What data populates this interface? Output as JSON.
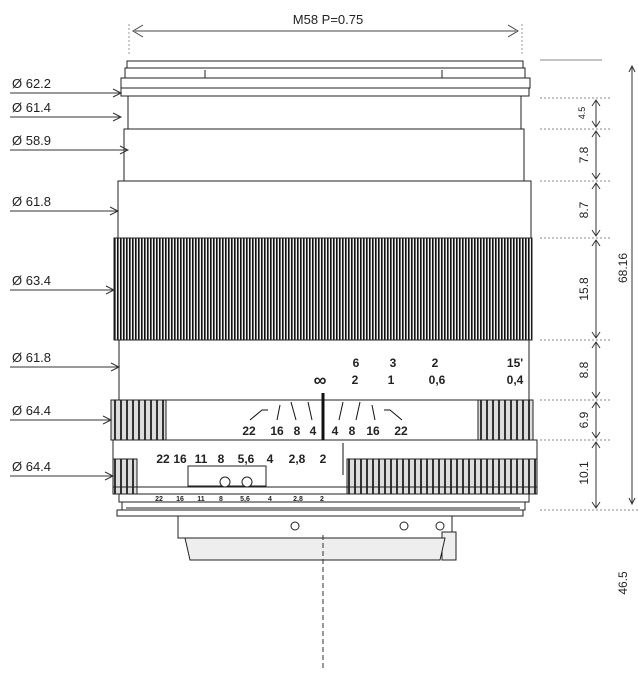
{
  "thread_label": "M58 P=0.75",
  "diameters": [
    {
      "label": "Ø 62.2"
    },
    {
      "label": "Ø 61.4"
    },
    {
      "label": "Ø 58.9"
    },
    {
      "label": "Ø 61.8"
    },
    {
      "label": "Ø 63.4"
    },
    {
      "label": "Ø 61.8"
    },
    {
      "label": "Ø 64.4"
    },
    {
      "label": "Ø 64.4"
    }
  ],
  "heights": [
    "4.5",
    "7.8",
    "8.7",
    "15.8",
    "8.8",
    "6.9",
    "10.1"
  ],
  "total_height": "68.16",
  "flange_distance": "46.5",
  "distance_scale": {
    "feet_row": [
      "6",
      "3",
      "2",
      "15'"
    ],
    "meter_row": [
      "∞",
      "2",
      "1",
      "0,6",
      "0,4"
    ]
  },
  "dof_scale": [
    "22",
    "16",
    "8",
    "4",
    "4",
    "8",
    "16",
    "22"
  ],
  "aperture_scale": [
    "22",
    "16",
    "11",
    "8",
    "5,6",
    "4",
    "2,8",
    "2"
  ],
  "aperture_scale_small": [
    "22",
    "16",
    "11",
    "8",
    "5,6",
    "4",
    "2,8",
    "2"
  ]
}
